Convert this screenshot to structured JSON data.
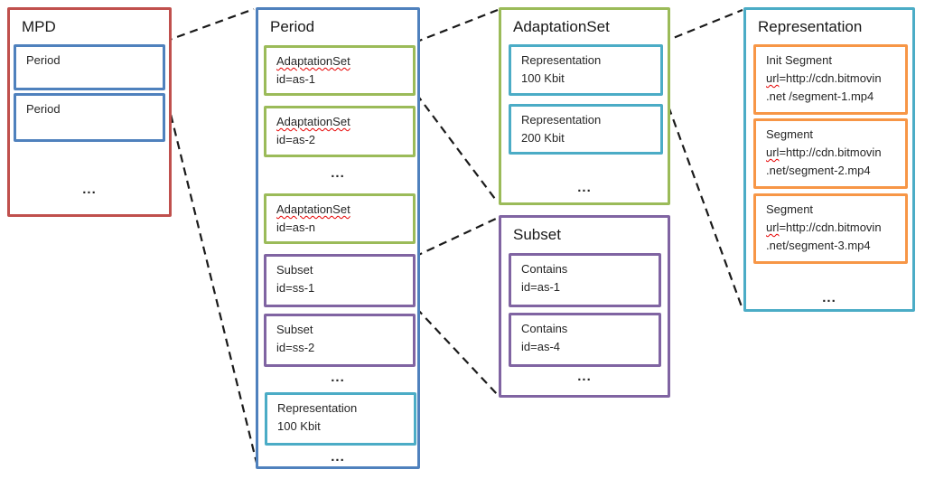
{
  "colors": {
    "red": "#C0504D",
    "blue": "#4F81BD",
    "green": "#9BBB59",
    "purple": "#8064A2",
    "teal": "#4BACC6",
    "orange": "#F79646",
    "connector": "#1a1a1a"
  },
  "mpd_panel": {
    "title": "MPD",
    "periods": [
      {
        "label": "Period"
      },
      {
        "label": "Period"
      }
    ],
    "ellipsis": "..."
  },
  "period_panel": {
    "title": "Period",
    "adaptation_sets": [
      {
        "name": "AdaptationSet",
        "id": "id=as-1"
      },
      {
        "name": "AdaptationSet",
        "id": "id=as-2"
      },
      {
        "name": "AdaptationSet",
        "id": "id=as-n"
      }
    ],
    "ellipsis_1": "...",
    "subsets": [
      {
        "name": "Subset",
        "id": "id=ss-1"
      },
      {
        "name": "Subset",
        "id": "id=ss-2"
      }
    ],
    "ellipsis_2": "...",
    "representation": {
      "name": "Representation",
      "bitrate": "100 Kbit"
    },
    "ellipsis_3": "..."
  },
  "adaptationset_panel": {
    "title": "AdaptationSet",
    "representations": [
      {
        "name": "Representation",
        "bitrate": "100 Kbit"
      },
      {
        "name": "Representation",
        "bitrate": "200 Kbit"
      }
    ],
    "ellipsis": "..."
  },
  "subset_panel": {
    "title": "Subset",
    "contains": [
      {
        "name": "Contains",
        "id": "id=as-1"
      },
      {
        "name": "Contains",
        "id": "id=as-4"
      }
    ],
    "ellipsis": "..."
  },
  "representation_panel": {
    "title": "Representation",
    "segments": [
      {
        "title": "Init Segment",
        "url_word": "url",
        "url_rest": "=http://cdn.bitmovin",
        "url_line2": ".net /segment-1.mp4"
      },
      {
        "title": "Segment",
        "url_word": "url",
        "url_rest": "=http://cdn.bitmovin",
        "url_line2": ".net/segment-2.mp4"
      },
      {
        "title": "Segment",
        "url_word": "url",
        "url_rest": "=http://cdn.bitmovin",
        "url_line2": ".net/segment-3.mp4"
      }
    ],
    "ellipsis": "..."
  },
  "connectors": [
    {
      "from": "mpd-period-1",
      "to": "period-panel"
    },
    {
      "from": "period-adaptationset-as-1",
      "to": "adaptationset-panel"
    },
    {
      "from": "period-subset-ss-1",
      "to": "subset-panel"
    },
    {
      "from": "adaptationset-representation-100kbit",
      "to": "representation-panel"
    }
  ]
}
